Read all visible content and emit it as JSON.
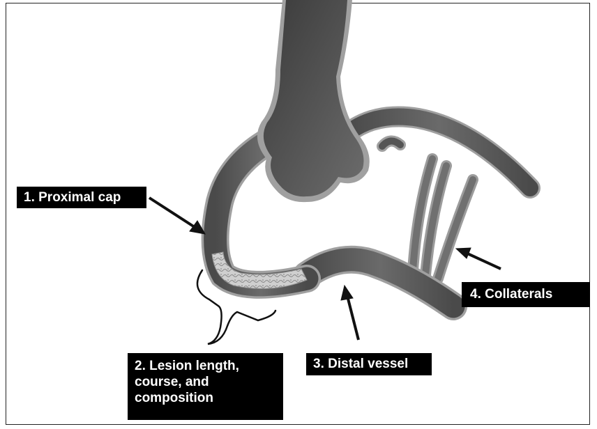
{
  "labels": {
    "proximal_cap": "1. Proximal cap",
    "lesion": [
      "2. Lesion length,",
      "course, and",
      "composition"
    ],
    "distal_vessel": "3. Distal vessel",
    "collaterals": "4. Collaterals"
  },
  "icons": [
    "arrow-icon",
    "brace-icon"
  ],
  "colors": {
    "vessel_fill": "#5f5f5f",
    "vessel_dark": "#3c3c3c",
    "vessel_wall": "#9c9c9c",
    "lesion_fill": "#c9c9c9",
    "label_bg": "#000000",
    "label_text": "#ffffff"
  }
}
